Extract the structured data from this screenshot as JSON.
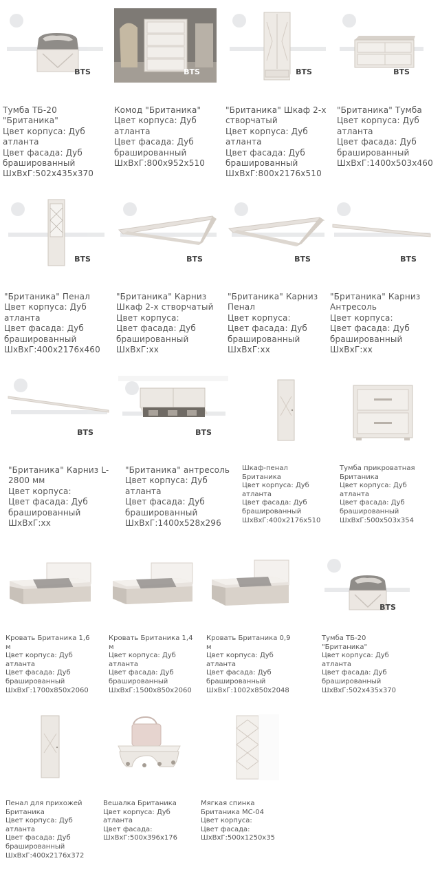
{
  "watermark": {
    "brand": "BTS"
  },
  "rows": [
    [
      {
        "caption": "Тумба ТБ-20\n\"Британика\"\nЦвет корпуса: Дуб\nатланта\nЦвет фасада: Дуб\nбрашированный\nШхВхГ:502x435x370",
        "image": "pouf-icon"
      },
      {
        "caption": "Комод \"Британика\"\nЦвет корпуса: Дуб\nатланта\nЦвет фасада: Дуб\nбрашированный\nШхВхГ:800x952x510",
        "image": "dresser-icon"
      },
      {
        "caption": "\"Британика\" Шкаф 2-х\nстворчатый\nЦвет корпуса: Дуб\nатланта\nЦвет фасада: Дуб\nбрашированный\nШхВхГ:800x2176x510",
        "image": "wardrobe-icon"
      },
      {
        "caption": "\"Британика\" Тумба\nЦвет корпуса: Дуб\nатланта\nЦвет фасада: Дуб\nбрашированный\nШхВхГ:1400x503x460",
        "image": "tv-stand-icon"
      }
    ],
    [
      {
        "caption": "\"Британика\" Пенал\nЦвет корпуса: Дуб\nатланта\nЦвет фасада: Дуб\nбрашированный\nШхВхГ:400x2176x460",
        "image": "glass-cabinet-icon"
      },
      {
        "caption": "\"Британика\" Карниз\nШкаф 2-х створчатый\nЦвет корпуса:\nЦвет фасада: Дуб\nбрашированный\nШхВхГ:xx",
        "image": "cornice-icon"
      },
      {
        "caption": "\"Британика\" Карниз\nПенал\nЦвет корпуса:\nЦвет фасада: Дуб\nбрашированный\nШхВхГ:xx",
        "image": "cornice-icon"
      },
      {
        "caption": "\"Британика\" Карниз\nАнтресоль\nЦвет корпуса:\nЦвет фасада: Дуб\nбрашированный\nШхВхГ:xx",
        "image": "cornice-long-icon"
      }
    ],
    [
      {
        "caption": "\"Британика\" Карниз L-\n2800 мм\nЦвет корпуса:\nЦвет фасада: Дуб\nбрашированный\nШхВхГ:xx",
        "image": "cornice-long-icon"
      },
      {
        "caption": "\"Британика\" антресоль\nЦвет корпуса: Дуб\nатланта\nЦвет фасада: Дуб\nбрашированный\nШхВхГ:1400x528x296",
        "image": "mezzanine-icon"
      },
      {
        "caption": "Шкаф-пенал\nБританика\nЦвет корпуса: Дуб\nатланта\nЦвет фасада: Дуб\nбрашированный\nШхВхГ:400x2176x510",
        "image": "tall-cabinet-icon"
      },
      {
        "caption": "Тумба прикроватная\nБританика\nЦвет корпуса: Дуб\nатланта\nЦвет фасада: Дуб\nбрашированный\nШхВхГ:500x503x354",
        "image": "nightstand-icon"
      }
    ],
    [
      {
        "caption": "Кровать Британика 1,6\nм\nЦвет корпуса: Дуб\nатланта\nЦвет фасада: Дуб\nбрашированный\nШхВхГ:1700x850x2060",
        "image": "bed-icon"
      },
      {
        "caption": "Кровать Британика 1,4\nм\nЦвет корпуса: Дуб\nатланта\nЦвет фасада: Дуб\nбрашированный\nШхВхГ:1500x850x2060",
        "image": "bed-icon"
      },
      {
        "caption": "Кровать Британика 0,9\nм\nЦвет корпуса: Дуб\nатланта\nЦвет фасада: Дуб\nбрашированный\nШхВхГ:1002x850x2048",
        "image": "bed-icon"
      },
      {
        "caption": "Тумба ТБ-20\n\"Британика\"\nЦвет корпуса: Дуб\nатланта\nЦвет фасада: Дуб\nбрашированный\nШхВхГ:502x435x370",
        "image": "pouf-icon"
      }
    ],
    [
      {
        "caption": "Пенал для прихожей\nБританика\nЦвет корпуса: Дуб\nатланта\nЦвет фасада: Дуб\nбрашированный\nШхВхГ:400x2176x372",
        "image": "tall-cabinet-icon"
      },
      {
        "caption": "Вешалка Британика\nЦвет корпуса: Дуб\nатланта\nЦвет фасада:\nШхВхГ:500x396x176",
        "image": "coat-rack-icon"
      },
      {
        "caption": "Мягкая спинка\nБританика МС-04\nЦвет корпуса:\nЦвет фасада:\nШхВхГ:500x1250x35",
        "image": "soft-panel-icon"
      }
    ]
  ]
}
